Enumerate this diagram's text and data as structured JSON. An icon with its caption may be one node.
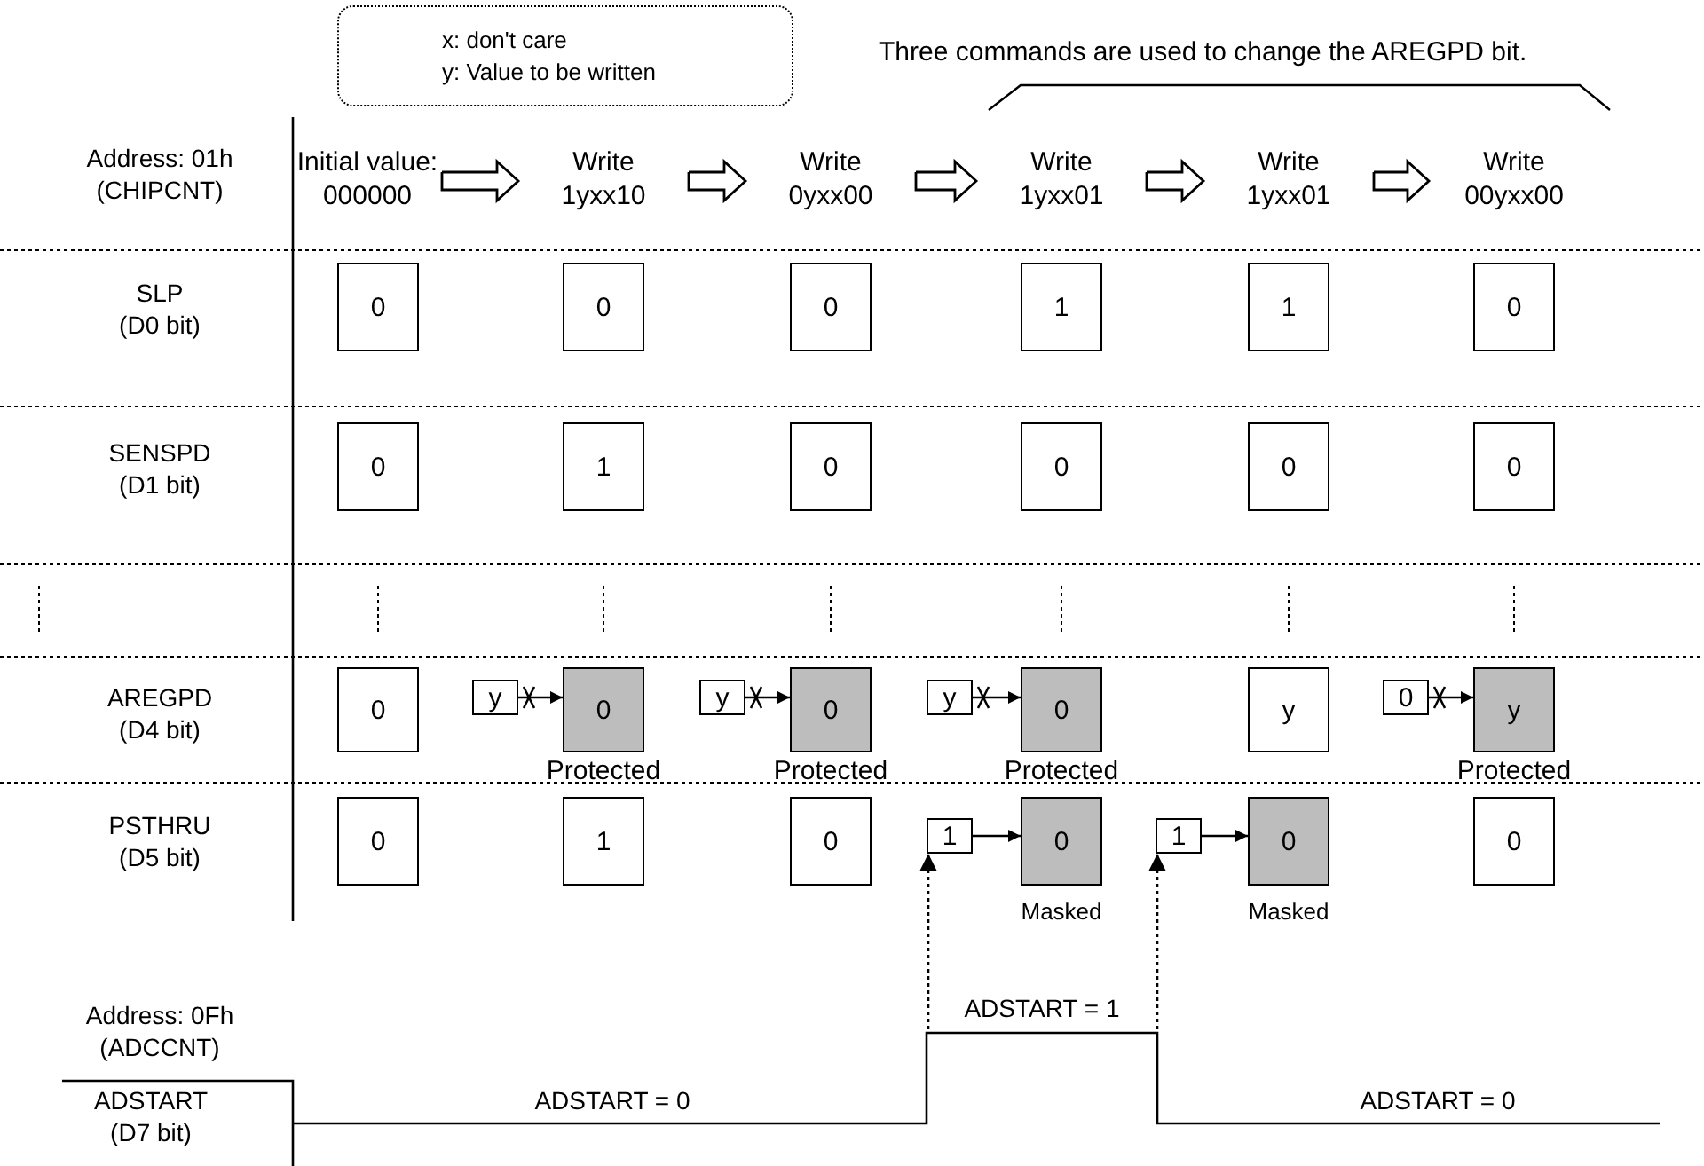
{
  "diagram": {
    "nodes": [
      {
        "text": [
          "x: don't care",
          "y: Value to be written"
        ]
      },
      {
        "text": [
          "Initial value: 000000"
        ]
      },
      {
        "text": [
          "Write 1yxx10"
        ]
      },
      {
        "text": [
          "Write 0yxx00"
        ]
      },
      {
        "text": [
          "Write 1yxx01"
        ]
      },
      {
        "text": [
          "Write 1yxx01"
        ]
      },
      {
        "text": [
          "Write 00yxx00"
        ]
      },
      {
        "text": [
          "0"
        ]
      },
      {
        "text": [
          "0"
        ]
      },
      {
        "text": [
          "0"
        ]
      },
      {
        "text": [
          "1"
        ]
      },
      {
        "text": [
          "1"
        ]
      },
      {
        "text": [
          "0"
        ]
      },
      {
        "text": [
          "0"
        ]
      },
      {
        "text": [
          "1"
        ]
      },
      {
        "text": [
          "0"
        ]
      },
      {
        "text": [
          "0"
        ]
      },
      {
        "text": [
          "0"
        ]
      },
      {
        "text": [
          "0"
        ]
      },
      {
        "text": [
          "0"
        ]
      },
      {
        "text": [
          "y"
        ]
      },
      {
        "text": [
          "0"
        ],
        "beside": [
          "Protected"
        ]
      },
      {
        "text": [
          "y"
        ]
      },
      {
        "text": [
          "0"
        ],
        "beside": [
          "Protected"
        ]
      },
      {
        "text": [
          "y"
        ]
      },
      {
        "text": [
          "0"
        ],
        "beside": [
          "Protected"
        ]
      },
      {
        "text": [
          "y"
        ]
      },
      {
        "text": [
          "0"
        ]
      },
      {
        "text": [
          "y"
        ],
        "beside": [
          "Protected"
        ]
      },
      {
        "text": [
          "0"
        ]
      },
      {
        "text": [
          "1"
        ]
      },
      {
        "text": [
          "0"
        ]
      },
      {
        "text": [
          "1"
        ]
      },
      {
        "text": [
          "0"
        ],
        "beside": [
          "Masked"
        ]
      },
      {
        "text": [
          "1"
        ]
      },
      {
        "text": [
          "0"
        ],
        "beside": [
          "Masked"
        ]
      },
      {
        "text": [
          "0"
        ]
      }
    ],
    "edges": [
      {
        "from": 1,
        "to": 2,
        "arrow": "to",
        "style": "thick"
      },
      {
        "from": 2,
        "to": 3,
        "arrow": "to",
        "style": "thick"
      },
      {
        "from": 3,
        "to": 4,
        "arrow": "to",
        "style": "thick"
      },
      {
        "from": 4,
        "to": 5,
        "arrow": "to",
        "style": "thick"
      },
      {
        "from": 5,
        "to": 6,
        "arrow": "to",
        "style": "thick"
      },
      {
        "from": 20,
        "to": 21,
        "arrow": "to"
      },
      {
        "from": 22,
        "to": 23,
        "arrow": "to"
      },
      {
        "from": 24,
        "to": 25,
        "arrow": "to"
      },
      {
        "from": 27,
        "to": 28,
        "arrow": "to"
      },
      {
        "from": 32,
        "to": 33,
        "arrow": "to"
      },
      {
        "from": 34,
        "to": 35,
        "arrow": "to"
      },
      {
        "from": null,
        "to": 32,
        "arrow": "to",
        "style": "dashed"
      },
      {
        "from": null,
        "to": 34,
        "arrow": "to",
        "style": "dashed"
      }
    ],
    "labels": [
      "Three commands are used to change the AREGPD bit.",
      "Address: 01h (CHIPCNT)",
      "SLP (D0 bit)",
      "SENSPD (D1 bit)",
      "AREGPD (D4 bit)",
      "PSTHRU (D5 bit)",
      "ADSTART = 1",
      "Address: 0Fh (ADCCNT)",
      "ADSTART (D7 bit)",
      "ADSTART = 0",
      "ADSTART = 0"
    ]
  }
}
